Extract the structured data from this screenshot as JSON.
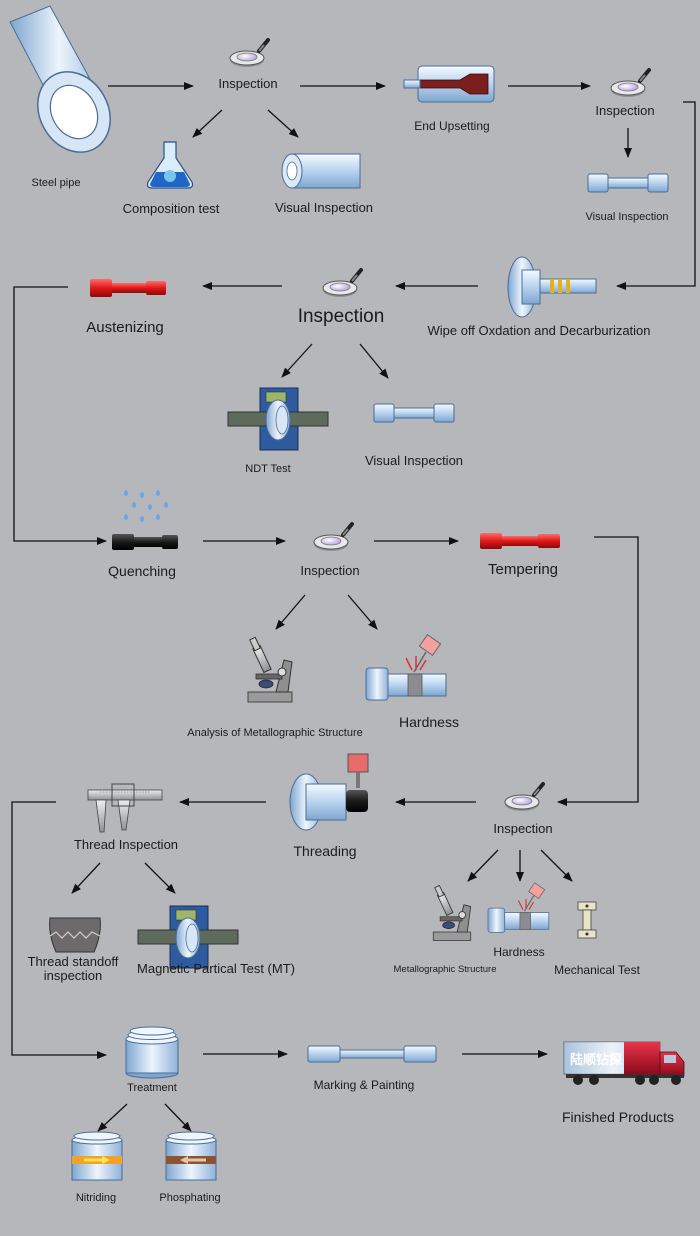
{
  "labels": {
    "steel_pipe": "Steel pipe",
    "inspection_1": "Inspection",
    "composition_test": "Composition test",
    "visual_inspection_1": "Visual Inspection",
    "end_upsetting": "End Upsetting",
    "inspection_2": "Inspection",
    "visual_inspection_2": "Visual Inspection",
    "wipe_off": "Wipe off Oxdation and Decarburization",
    "inspection_3": "Inspection",
    "austenizing": "Austenizing",
    "ndt_test": "NDT Test",
    "visual_inspection_3": "Visual Inspection",
    "quenching": "Quenching",
    "inspection_4": "Inspection",
    "tempering": "Tempering",
    "metallographic_analysis": "Analysis of Metallographic Structure",
    "hardness_1": "Hardness",
    "thread_inspection": "Thread Inspection",
    "threading": "Threading",
    "inspection_5": "Inspection",
    "thread_standoff_line1": "Thread standoff",
    "thread_standoff_line2": "inspection",
    "magnetic_test": "Magnetic Partical Test (MT)",
    "metallographic_structure": "Metallographic Structure",
    "hardness_2": "Hardness",
    "mechanical_test": "Mechanical Test",
    "treatment": "Treatment",
    "marking_painting": "Marking & Painting",
    "finished_products": "Finished Products",
    "nitriding": "Nitriding",
    "phosphating": "Phosphating",
    "truck_brand": "陆顺钻探"
  },
  "colors": {
    "background": "#b5b7bb",
    "pipe_blue": "#cfe1f3",
    "heat_red": "#e02020",
    "quench_black": "#1a1a1a",
    "truck_red": "#c8102e",
    "ndt_panel": "#2e5a9e"
  },
  "icons": [
    "magnifier-icon",
    "pipe-icon",
    "flask-icon",
    "microscope-icon",
    "caliper-icon",
    "truck-icon",
    "water-drops-icon",
    "hardness-tester-icon"
  ]
}
